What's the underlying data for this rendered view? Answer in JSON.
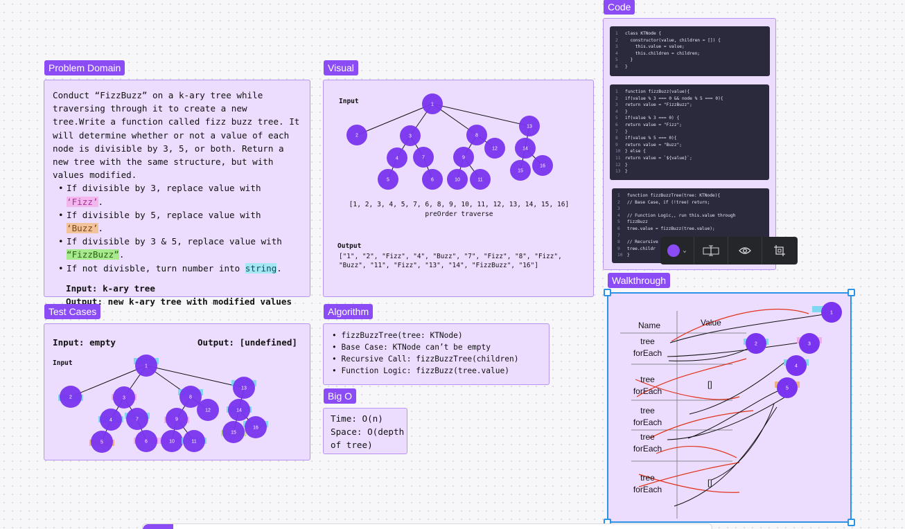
{
  "frames": {
    "problem_domain": {
      "label": "Problem Domain",
      "paragraph": "Conduct “FizzBuzz” on a k-ary tree while traversing through it to create a new tree.Write a function called fizz buzz tree. It will determine whether or not a value of each node is divisible by 3, 5, or both. Return a new tree with the same structure, but with values modified.",
      "bullets": [
        {
          "prefix": "If divisible by 3, replace value with ",
          "highlight": "‘Fizz’",
          "suffix": "."
        },
        {
          "prefix": "If divisible by 5, replace value with ",
          "highlight": "‘Buzz’",
          "suffix": "."
        },
        {
          "prefix": "If divisible by 3 & 5, replace value with ",
          "highlight": "“FizzBuzz”",
          "suffix": "."
        },
        {
          "prefix": "If not divisble, turn number into ",
          "highlight": " string",
          "suffix": "."
        }
      ],
      "input_line": "Input: k-ary tree",
      "output_line": "Output: new k-ary tree with modified values"
    },
    "visual": {
      "label": "Visual",
      "input_label": "Input",
      "preorder_values": "[1, 2, 3, 4, 5, 7, 6, 8, 9, 10, 11, 12, 13, 14, 15, 16]",
      "preorder_caption": "preOrder traverse",
      "output_label": "Output",
      "output_line1": "[\"1\", \"2\", \"Fizz\", \"4\", \"Buzz\", \"7\", \"Fizz\", \"8\", \"Fizz\",",
      "output_line2": "\"Buzz\", \"11\", \"Fizz\", \"13\", \"14\", \"FizzBuzz\", \"16\"]"
    },
    "code": {
      "label": "Code",
      "panel1": [
        "class KTNode {",
        "  constructor(value, children = []) {",
        "    this.value = value;",
        "    this.children = children;",
        "  }",
        "}"
      ],
      "panel2": [
        "function fizzBuzz(value){",
        "if(value % 3 === 0 && node % 5 === 0){",
        "return value = \"FizzBuzz\";",
        "}",
        "if(value % 3 === 0) {",
        "return value = \"Fizz\";",
        "}",
        "if(value % 5 === 0){",
        "return value = \"Buzz\";",
        "} else {",
        "return value = `${value}`;",
        "}",
        "}"
      ],
      "panel3": [
        "function fizzBuzzTree(tree: KTNode){",
        "// Base Case, if (!tree) return;",
        "",
        "// Function Logic,, run this.value through",
        "fizzBuzz",
        "tree.value = fizzBuzz(tree.value);",
        "",
        "// Recursive",
        "tree.childr",
        "}"
      ]
    },
    "test_cases": {
      "label": "Test Cases",
      "input_empty": "Input: empty",
      "output_undefined": "Output: [undefined]",
      "input_label": "Input"
    },
    "algorithm": {
      "label": "Algorithm",
      "bullets": [
        "fizzBuzzTree(tree: KTNode)",
        "Base Case: KTNode can’t be empty",
        "Recursive Call: fizzBuzzTree(children)",
        "Function Logic: fizzBuzz(tree.value)"
      ]
    },
    "big_o": {
      "label": "Big O",
      "lines": [
        "Time: O(n)",
        "Space: O(depth",
        "of tree)"
      ]
    },
    "walkthrough": {
      "label": "Walkthrough",
      "col_name": "Name",
      "col_value": "Value",
      "rows": [
        {
          "a": "tree",
          "b": "forEach",
          "value": ""
        },
        {
          "a": "tree",
          "b": "forEach",
          "value": "[]"
        },
        {
          "a": "tree",
          "b": "forEach",
          "value": ""
        },
        {
          "a": "tree",
          "b": "forEach",
          "value": ""
        },
        {
          "a": "tree",
          "b": "forEach",
          "value": "[]"
        }
      ]
    }
  },
  "tree_nodes": [
    "1",
    "2",
    "3",
    "4",
    "5",
    "7",
    "6",
    "8",
    "9",
    "10",
    "11",
    "12",
    "13",
    "14",
    "15",
    "16"
  ],
  "walk_nodes": [
    "1",
    "2",
    "3",
    "4",
    "5"
  ],
  "toolbar": {
    "color": "#8b4cf6",
    "icons": [
      "color-swatch-icon",
      "text-bounds-icon",
      "eye-icon",
      "crop-icon"
    ]
  },
  "colors": {
    "accent": "#8b4cf6",
    "frame_bg": "#ecdcfd",
    "selection": "#2a93e8"
  }
}
